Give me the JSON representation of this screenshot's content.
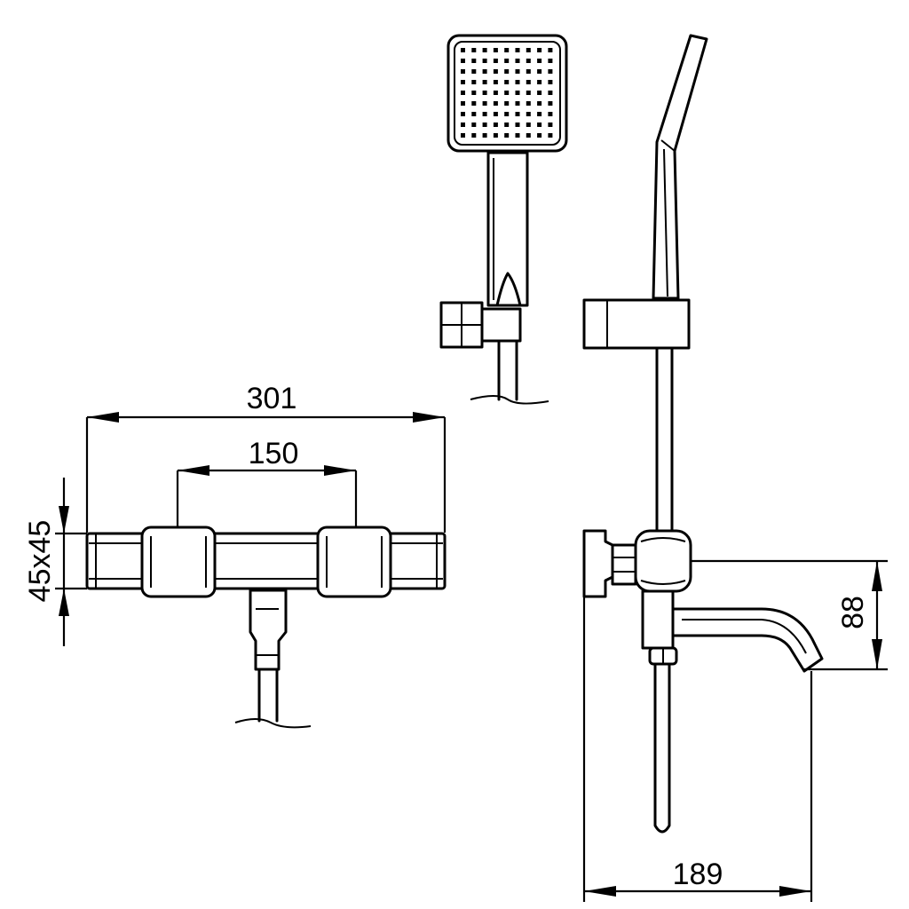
{
  "drawing": {
    "dimensions": {
      "overall_width": "301",
      "handle_spacing": "150",
      "body_section": "45x45",
      "spout_drop": "88",
      "projection": "189"
    },
    "line_color": "#000000",
    "background": "#ffffff"
  }
}
